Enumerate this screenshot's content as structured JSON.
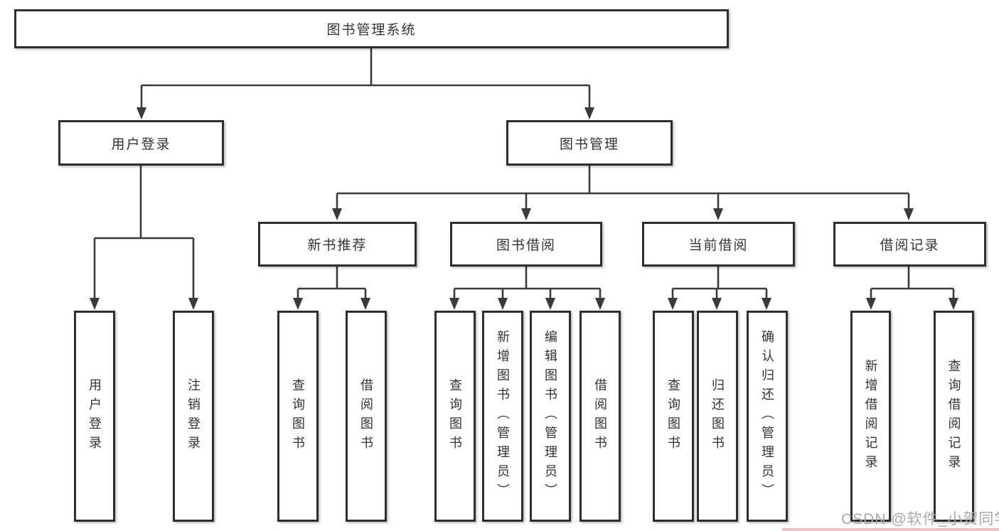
{
  "diagram": {
    "root": {
      "label": "图书管理系统"
    },
    "level2": [
      {
        "label": "用户登录"
      },
      {
        "label": "图书管理"
      }
    ],
    "level3": [
      {
        "label": "新书推荐"
      },
      {
        "label": "图书借阅"
      },
      {
        "label": "当前借阅"
      },
      {
        "label": "借阅记录"
      }
    ],
    "leaves": {
      "user_login": [
        "用户登录",
        "注销登录"
      ],
      "new_book_recommend": [
        "查询图书",
        "借阅图书"
      ],
      "book_borrowing": [
        "查询图书",
        "新增图书（管理员）",
        "编辑图书（管理员）",
        "借阅图书"
      ],
      "current_borrowing": [
        "查询图书",
        "归还图书",
        "确认归还（管理员）"
      ],
      "borrowing_records": [
        "新增借阅记录",
        "查询借阅记录"
      ]
    }
  },
  "watermark": {
    "text": "CSDN @软件_小贺同学"
  },
  "colors": {
    "line": "#3a3a3a",
    "border": "#2e2e2e",
    "text": "#333333",
    "watermark": "#a8a8a8",
    "strip": "#f1c3c3"
  }
}
